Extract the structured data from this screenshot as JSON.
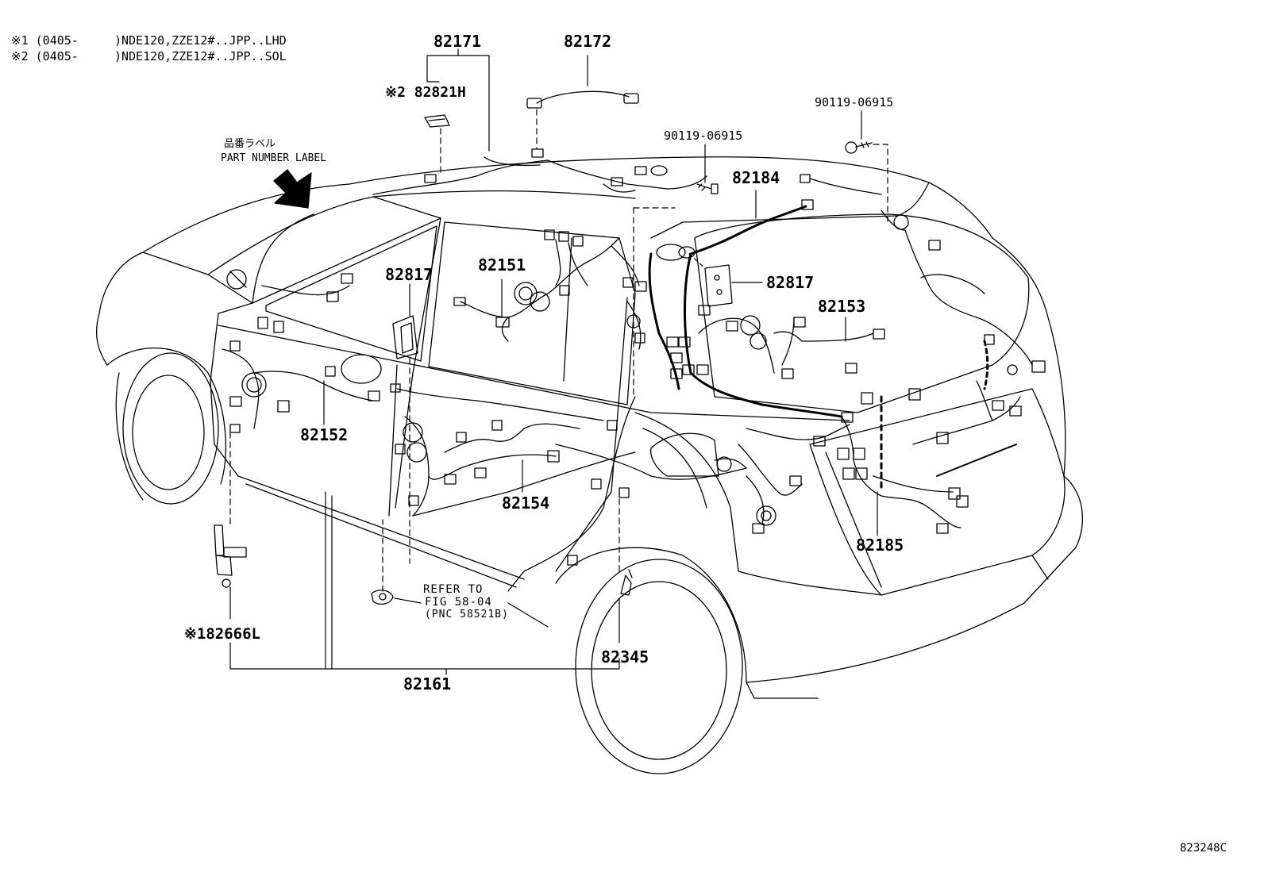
{
  "notes": [
    "※1 (0405-     )NDE120,ZZE12#..JPP..LHD",
    "※2 (0405-     )NDE120,ZZE12#..JPP..SOL"
  ],
  "part_number_label": {
    "jp": "品番ラベル",
    "en": "PART NUMBER LABEL"
  },
  "callouts": {
    "p82171": "82171",
    "p82172": "82172",
    "p82821h": "※2 82821H",
    "p90119_a": "90119-06915",
    "p90119_b": "90119-06915",
    "p82184": "82184",
    "p82817_left": "82817",
    "p82817_right": "82817",
    "p82151": "82151",
    "p82153": "82153",
    "p82152": "82152",
    "p82154": "82154",
    "p82185": "82185",
    "p82666l": "※182666L",
    "p82345": "82345",
    "p82161": "82161"
  },
  "refer": [
    "REFER TO",
    "FIG 58-04",
    "(PNC 58521B)"
  ],
  "diagram_code": "823248C",
  "colors": {
    "line": "#000000",
    "background": "#ffffff"
  },
  "icons": [
    "arrow-icon",
    "bolt-icon",
    "clip-icon",
    "connector-icon"
  ]
}
